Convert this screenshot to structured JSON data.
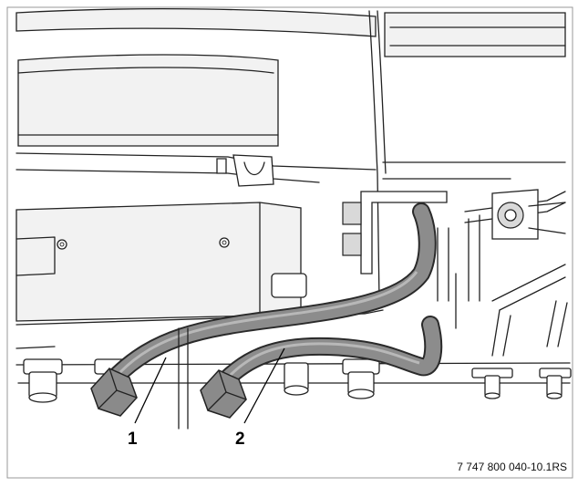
{
  "figure": {
    "callouts": [
      {
        "id": "1",
        "label": "1"
      },
      {
        "id": "2",
        "label": "2"
      }
    ],
    "reference_code": "7 747 800 040-10.1RS"
  },
  "colors": {
    "background": "#ffffff",
    "hose_fill": "#8c8c8c",
    "hose_edge": "#2a2a2a",
    "panel_fill": "#f2f2f2",
    "line": "#222222"
  }
}
